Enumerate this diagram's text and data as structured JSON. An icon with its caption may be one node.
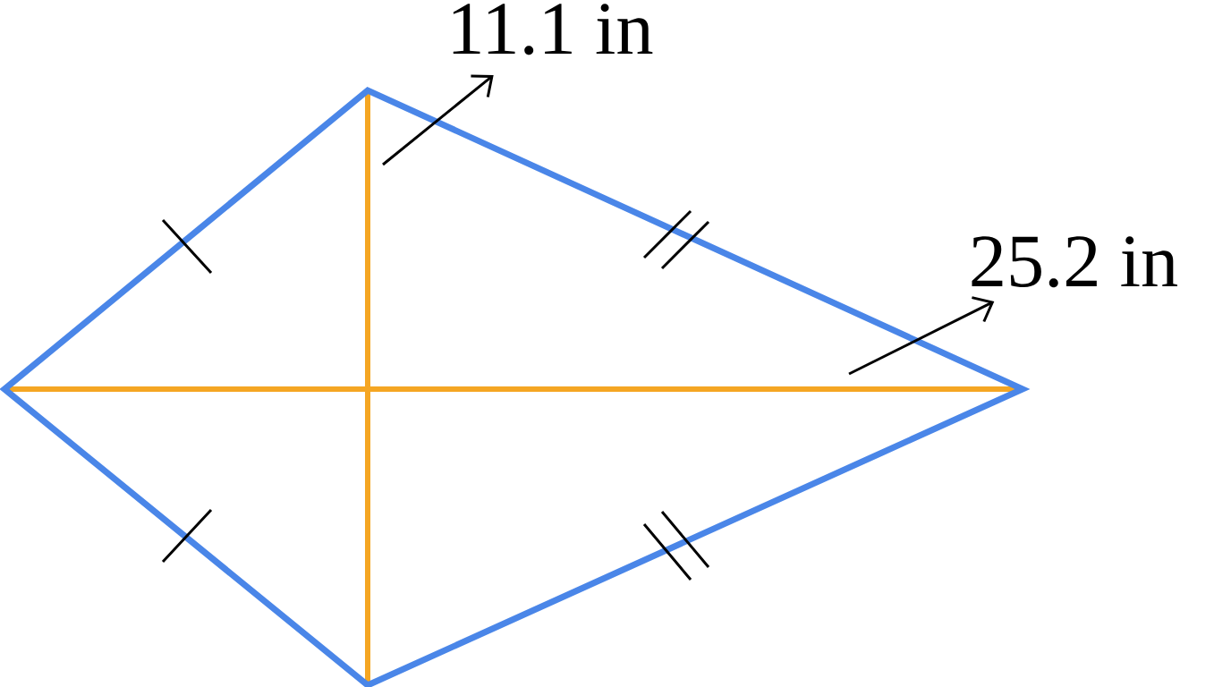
{
  "diagram": {
    "nodes": [
      {
        "text": [
          "11.1 in"
        ]
      },
      {
        "text": [
          "25.2 in"
        ]
      }
    ],
    "edges": [
      {
        "from": null,
        "to": 0,
        "arrow": "to"
      },
      {
        "from": null,
        "to": 1,
        "arrow": "to"
      }
    ]
  }
}
